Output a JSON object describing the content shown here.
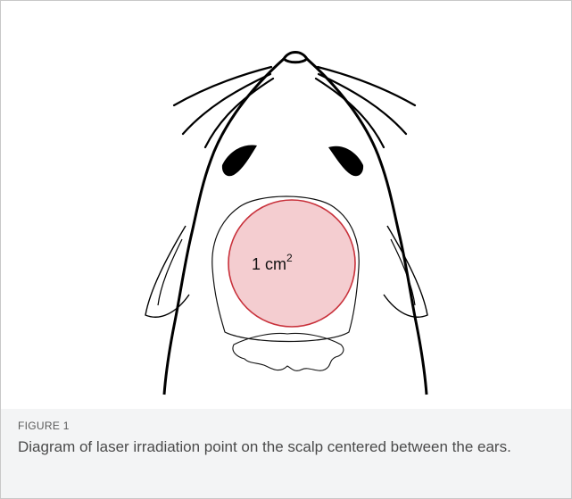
{
  "figure": {
    "label": "FIGURE 1",
    "caption": "Diagram of laser irradiation point on the scalp centered between the ears."
  },
  "diagram": {
    "irradiation_area": {
      "value": "1 cm",
      "exponent": "2"
    },
    "colors": {
      "outline": "#000000",
      "irradiation_fill": "#f2c4c8",
      "irradiation_stroke": "#c8303a",
      "caption_background": "#f3f4f5"
    }
  }
}
